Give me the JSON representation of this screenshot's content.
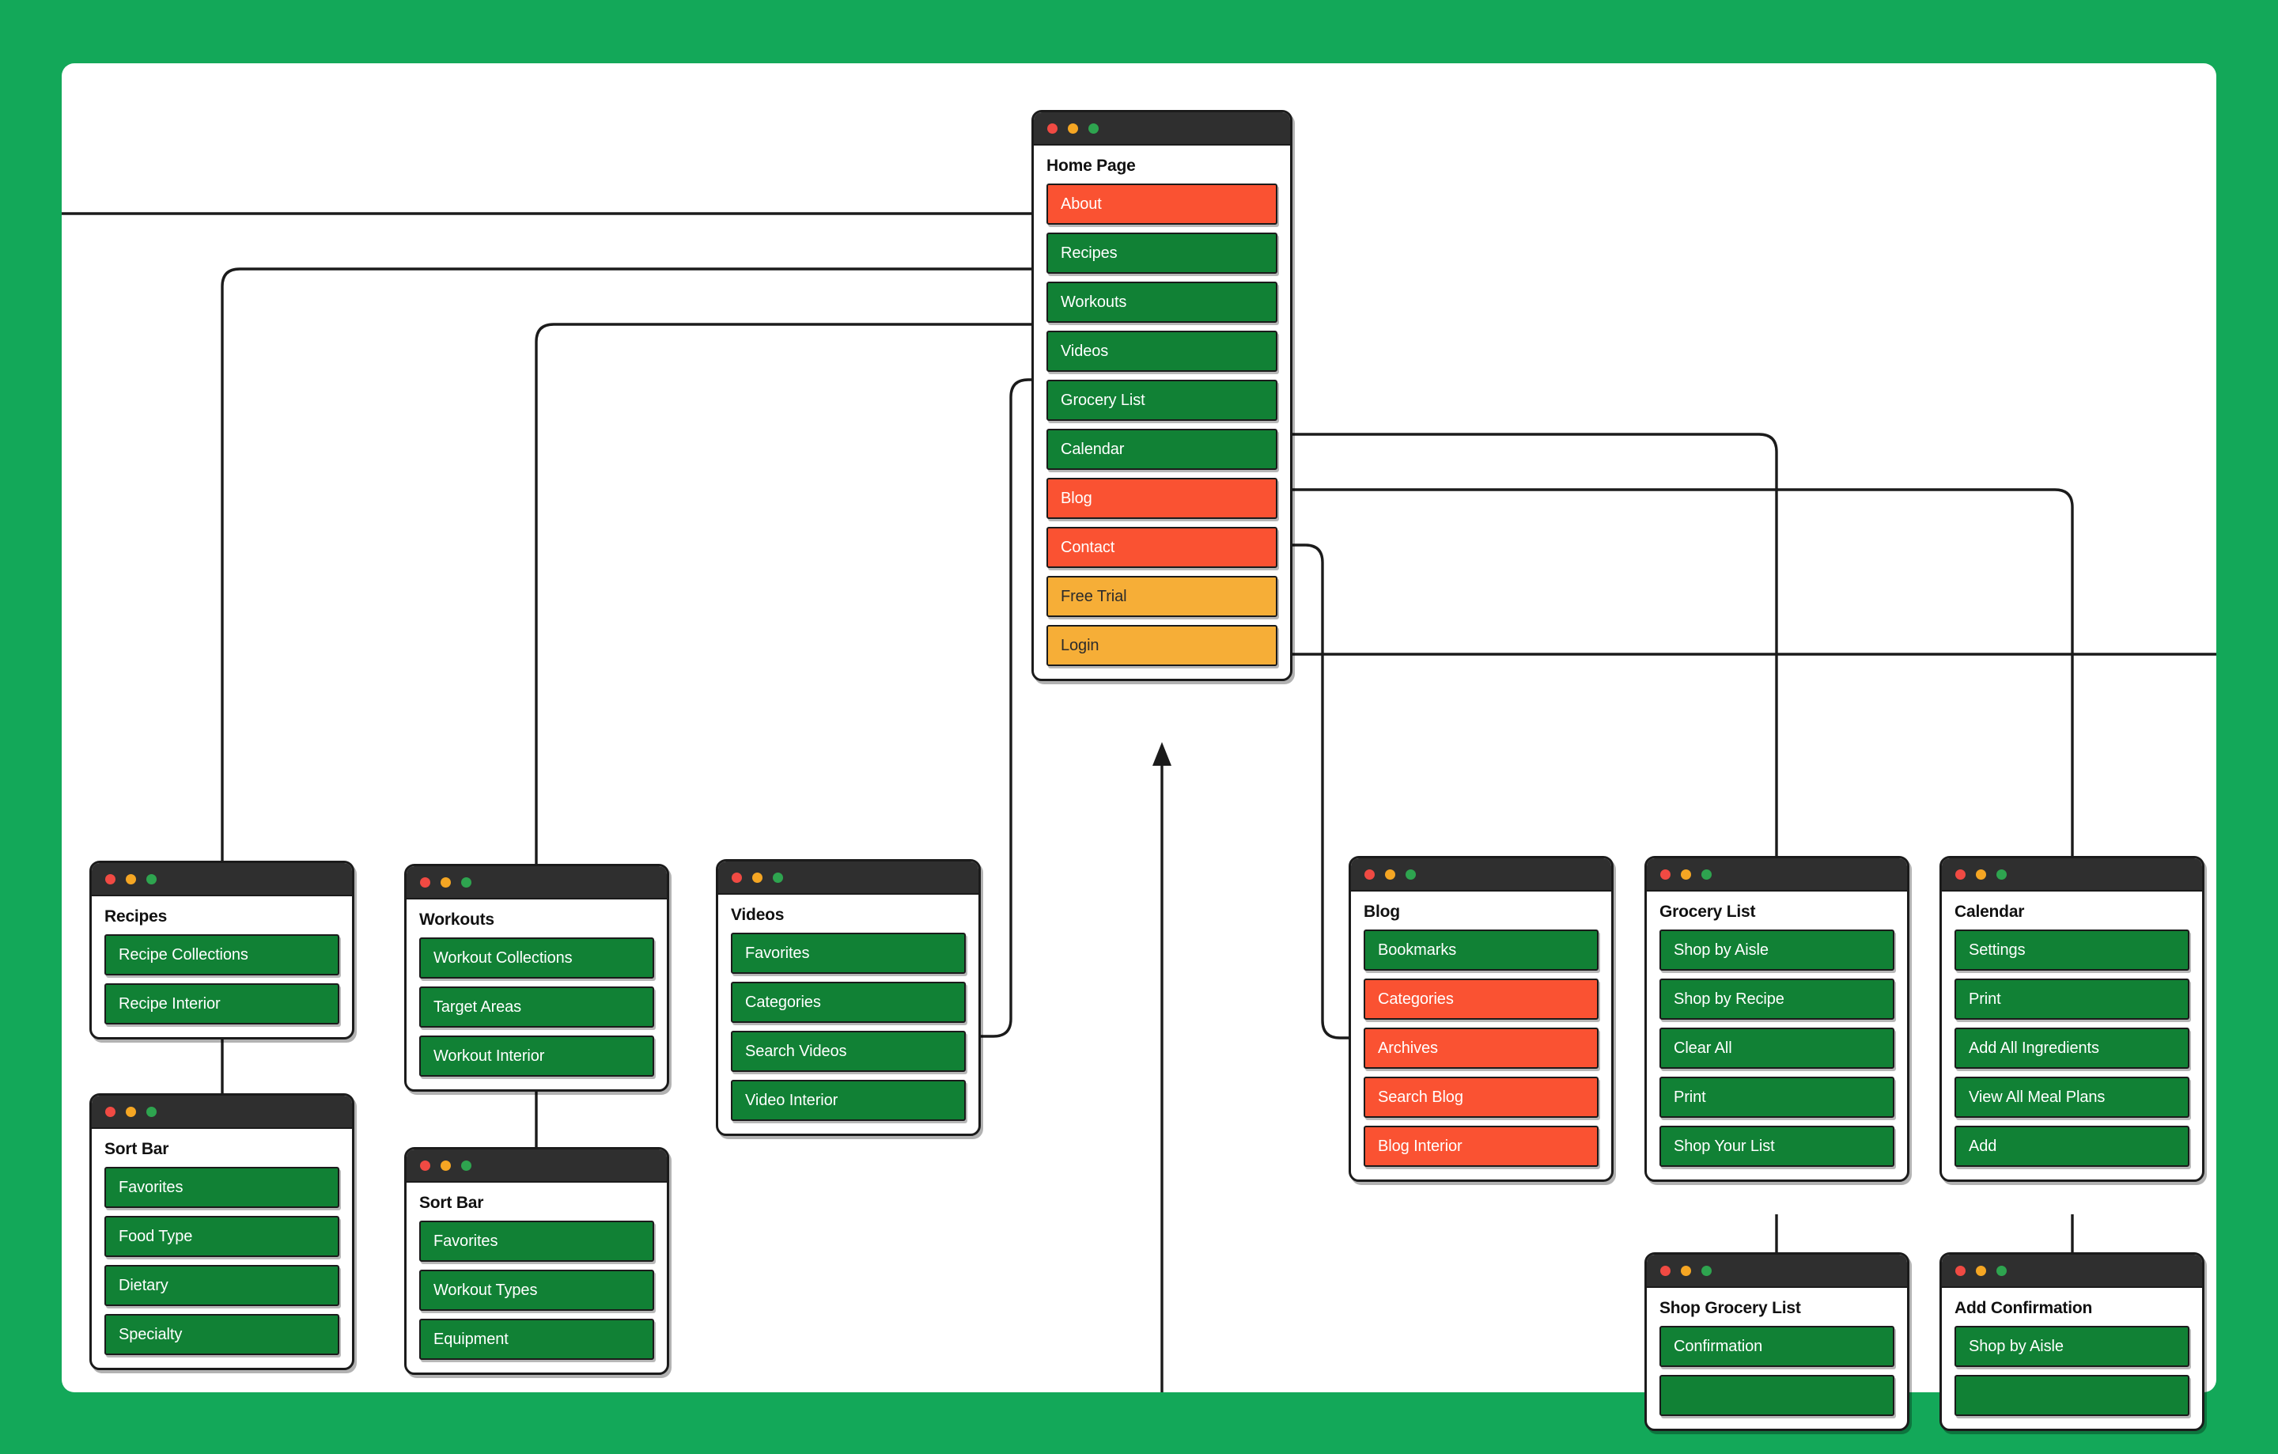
{
  "meta": {
    "background_color": "#13A859",
    "canvas_color": "#FFFFFF",
    "palette": {
      "green": "#118135",
      "orange": "#FA5232",
      "amber": "#F6AE37",
      "ink": "#1B1B1B",
      "titlebar": "#2F2F2F",
      "dot_red": "#F04A43",
      "dot_amber": "#F5A623",
      "dot_green": "#2EA44F"
    }
  },
  "cards": {
    "home": {
      "title": "Home Page",
      "items": [
        {
          "label": "About",
          "color": "orange"
        },
        {
          "label": "Recipes",
          "color": "green"
        },
        {
          "label": "Workouts",
          "color": "green"
        },
        {
          "label": "Videos",
          "color": "green"
        },
        {
          "label": "Grocery List",
          "color": "green"
        },
        {
          "label": "Calendar",
          "color": "green"
        },
        {
          "label": "Blog",
          "color": "orange"
        },
        {
          "label": "Contact",
          "color": "orange"
        },
        {
          "label": "Free Trial",
          "color": "amber"
        },
        {
          "label": "Login",
          "color": "amber"
        }
      ]
    },
    "recipes": {
      "title": "Recipes",
      "items": [
        {
          "label": "Recipe Collections",
          "color": "green"
        },
        {
          "label": "Recipe Interior",
          "color": "green"
        }
      ]
    },
    "sortbar_recipes": {
      "title": "Sort Bar",
      "items": [
        {
          "label": "Favorites",
          "color": "green"
        },
        {
          "label": "Food Type",
          "color": "green"
        },
        {
          "label": "Dietary",
          "color": "green"
        },
        {
          "label": "Specialty",
          "color": "green"
        }
      ]
    },
    "workouts": {
      "title": "Workouts",
      "items": [
        {
          "label": "Workout Collections",
          "color": "green"
        },
        {
          "label": "Target Areas",
          "color": "green"
        },
        {
          "label": "Workout Interior",
          "color": "green"
        }
      ]
    },
    "sortbar_workouts": {
      "title": "Sort Bar",
      "items": [
        {
          "label": "Favorites",
          "color": "green"
        },
        {
          "label": "Workout Types",
          "color": "green"
        },
        {
          "label": "Equipment",
          "color": "green"
        }
      ]
    },
    "videos": {
      "title": "Videos",
      "items": [
        {
          "label": "Favorites",
          "color": "green"
        },
        {
          "label": "Categories",
          "color": "green"
        },
        {
          "label": "Search Videos",
          "color": "green"
        },
        {
          "label": "Video Interior",
          "color": "green"
        }
      ]
    },
    "blog": {
      "title": "Blog",
      "items": [
        {
          "label": "Bookmarks",
          "color": "green"
        },
        {
          "label": "Categories",
          "color": "orange"
        },
        {
          "label": "Archives",
          "color": "orange"
        },
        {
          "label": "Search Blog",
          "color": "orange"
        },
        {
          "label": "Blog Interior",
          "color": "orange"
        }
      ]
    },
    "grocery": {
      "title": "Grocery List",
      "items": [
        {
          "label": "Shop by Aisle",
          "color": "green"
        },
        {
          "label": "Shop by Recipe",
          "color": "green"
        },
        {
          "label": "Clear All",
          "color": "green"
        },
        {
          "label": "Print",
          "color": "green"
        },
        {
          "label": "Shop Your List",
          "color": "green"
        }
      ]
    },
    "calendar": {
      "title": "Calendar",
      "items": [
        {
          "label": "Settings",
          "color": "green"
        },
        {
          "label": "Print",
          "color": "green"
        },
        {
          "label": "Add All Ingredients",
          "color": "green"
        },
        {
          "label": "View All Meal Plans",
          "color": "green"
        },
        {
          "label": "Add",
          "color": "green"
        }
      ]
    },
    "shop_grocery_list": {
      "title": "Shop Grocery List",
      "items": [
        {
          "label": "Confirmation",
          "color": "green"
        }
      ]
    },
    "add_confirmation": {
      "title": "Add Confirmation",
      "items": [
        {
          "label": "Shop by Aisle",
          "color": "green"
        }
      ]
    }
  }
}
